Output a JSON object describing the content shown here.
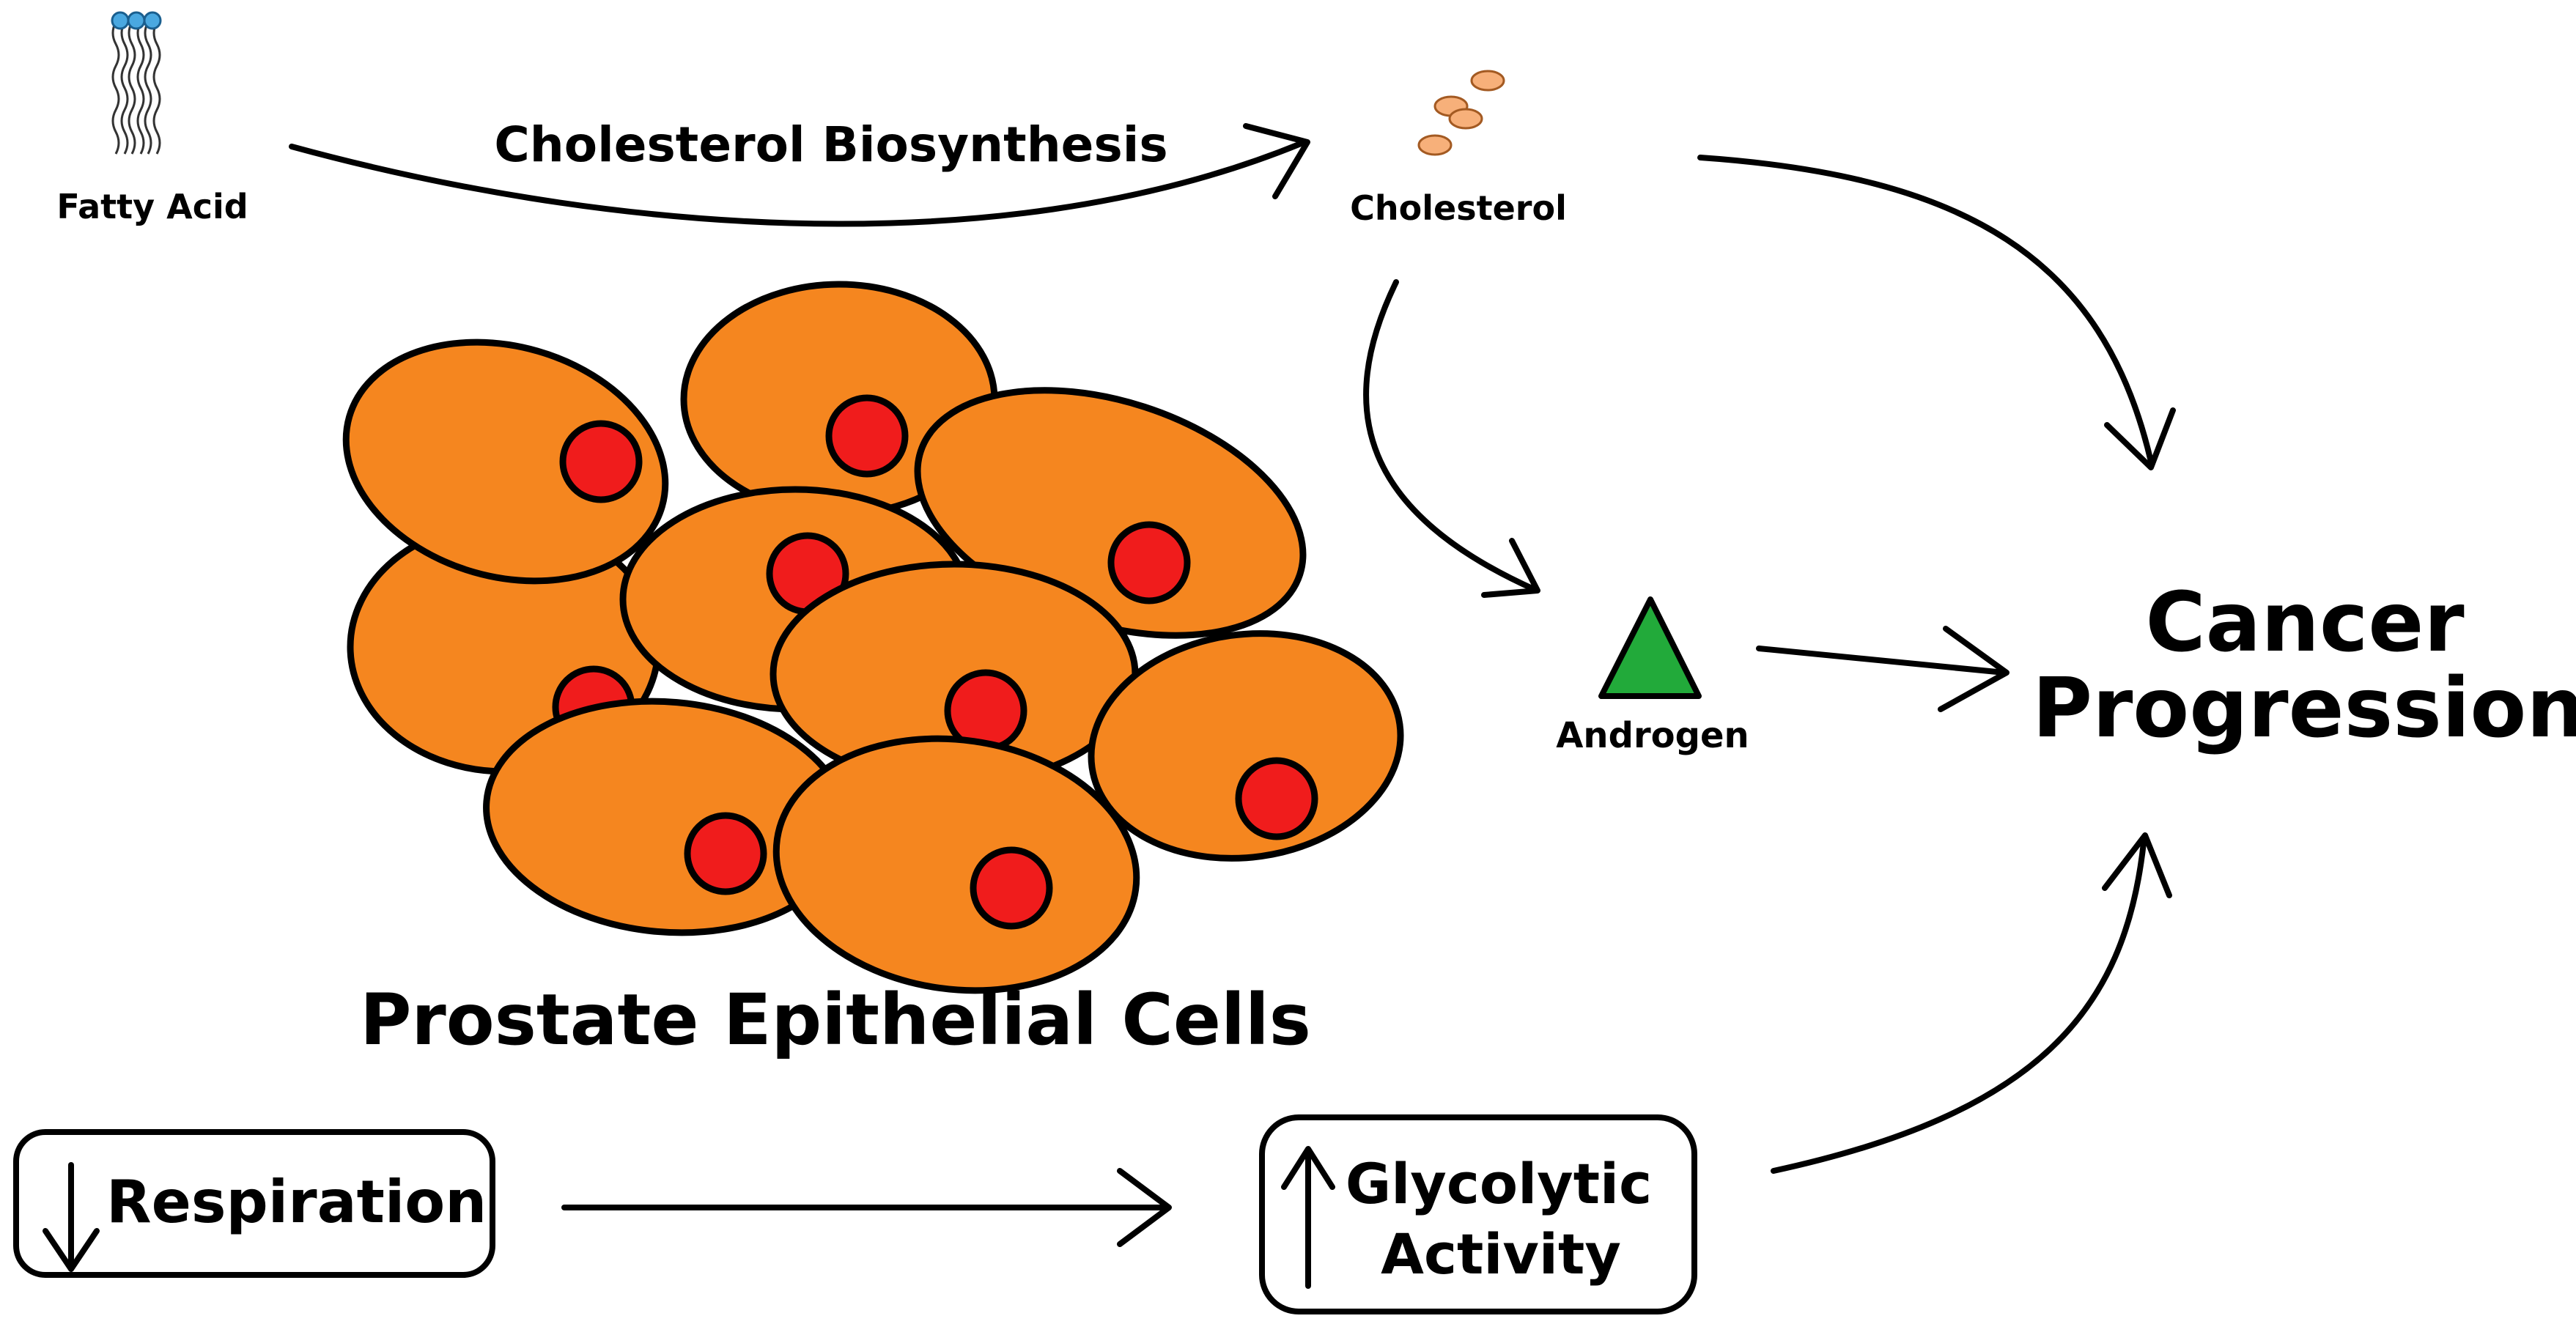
{
  "labels": {
    "fatty_acid": "Fatty Acid",
    "biosynthesis": "Cholesterol Biosynthesis",
    "cholesterol": "Cholesterol",
    "androgen": "Androgen",
    "cancer_line1": "Cancer",
    "cancer_line2": "Progression",
    "cells_caption": "Prostate Epithelial Cells",
    "respiration": "Respiration",
    "glycolytic_line1": "Glycolytic",
    "glycolytic_line2": "Activity"
  },
  "colors": {
    "cell_fill": "#f5861f",
    "nucleus_fill": "#f01c1c",
    "androgen_fill": "#22aa3a",
    "cholesterol_fill": "#f7b07a",
    "fatty_acid_head": "#4aa8e0",
    "stroke": "#000000"
  },
  "icons": {
    "fatty_acid": "fatty-acid-icon",
    "cholesterol": "cholesterol-molecules-icon",
    "androgen": "triangle-icon",
    "respiration_indicator": "down-arrow-icon",
    "glycolytic_indicator": "up-arrow-icon"
  }
}
